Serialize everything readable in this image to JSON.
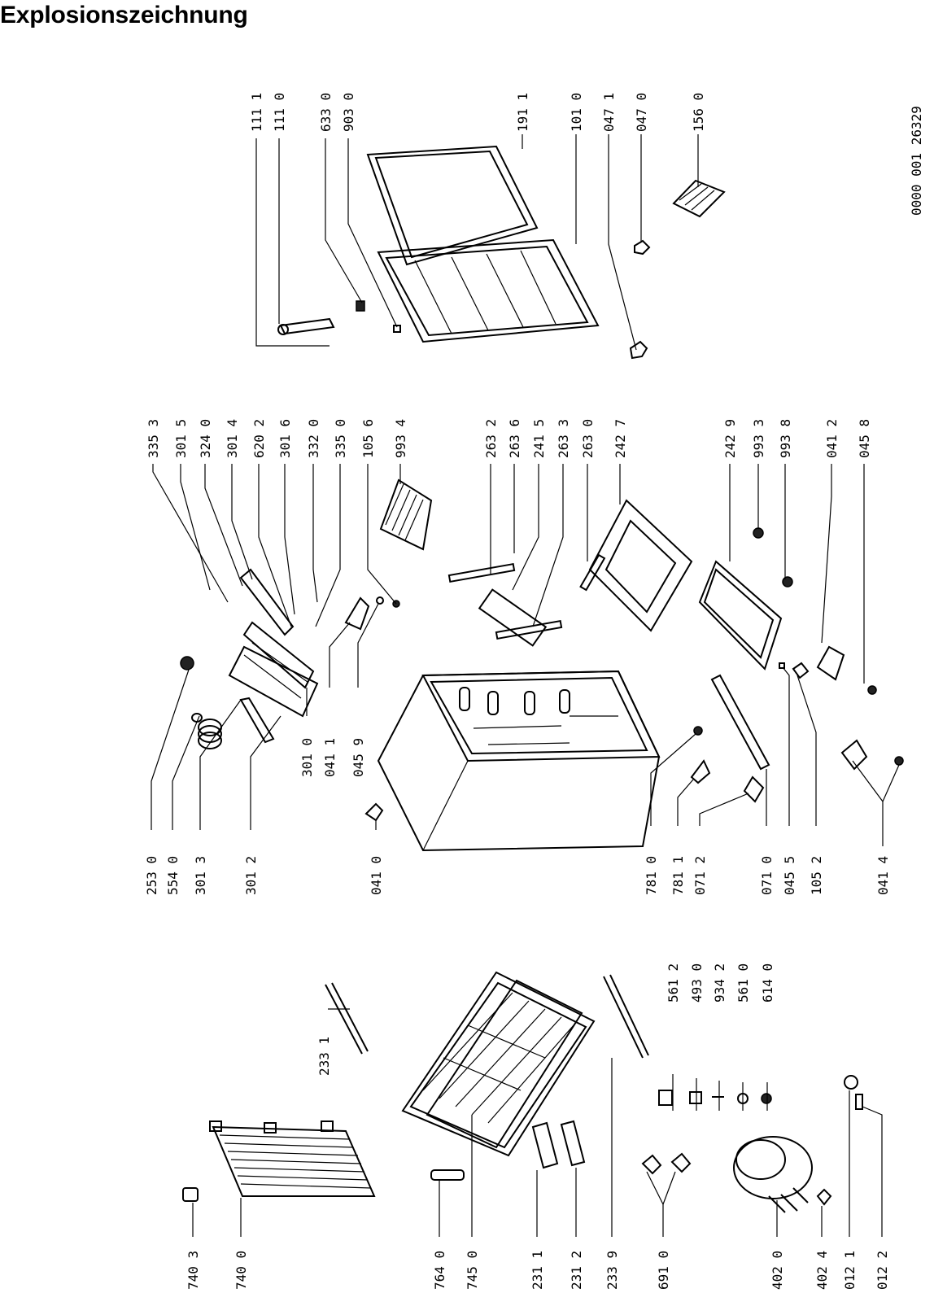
{
  "title": "Explosionszeichnung",
  "drawing_number": "0000 001 26329",
  "labels": {
    "l1111": "111 1",
    "l1110": "111 0",
    "l6330": "633 0",
    "l9030": "903 0",
    "l1911": "191 1",
    "l1010": "101 0",
    "l0471": "047 1",
    "l0470": "047 0",
    "l1560": "156 0",
    "l3353": "335 3",
    "l3015": "301 5",
    "l3240": "324 0",
    "l3014": "301 4",
    "l6202": "620 2",
    "l3016": "301 6",
    "l3320": "332 0",
    "l3350": "335 0",
    "l1056": "105 6",
    "l9934": "993 4",
    "l2632": "263 2",
    "l2636": "263 6",
    "l2415": "241 5",
    "l2633": "263 3",
    "l2630": "263 0",
    "l2427": "242 7",
    "l2429": "242 9",
    "l9933": "993 3",
    "l9938": "993 8",
    "l0412": "041 2",
    "l0458": "045 8",
    "l2530": "253 0",
    "l5540": "554 0",
    "l3013": "301 3",
    "l3012": "301 2",
    "l3010": "301 0",
    "l0411": "041 1",
    "l0459": "045 9",
    "l0410": "041 0",
    "l7810": "781 0",
    "l7811": "781 1",
    "l0712": "071 2",
    "l0710": "071 0",
    "l0455": "045 5",
    "l1052": "105 2",
    "l0414": "041 4",
    "l2331": "233 1",
    "l5612": "561 2",
    "l4930": "493 0",
    "l9342": "934 2",
    "l5610": "561 0",
    "l6140": "614 0",
    "l7403": "740 3",
    "l7400": "740 0",
    "l7640": "764 0",
    "l7450": "745 0",
    "l2311": "231 1",
    "l2312": "231 2",
    "l2339": "233 9",
    "l6910": "691 0",
    "l4020": "402 0",
    "l4024": "402 4",
    "l0121": "012 1",
    "l0122": "012 2"
  }
}
